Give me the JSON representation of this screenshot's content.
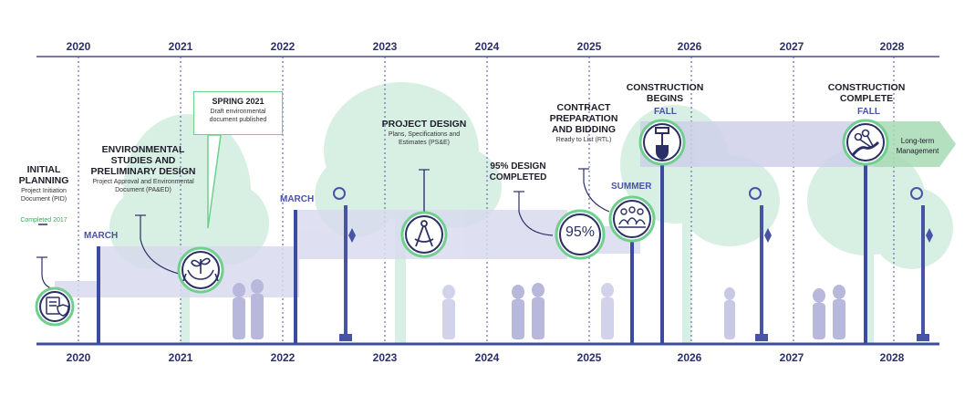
{
  "years": [
    "2020",
    "2021",
    "2022",
    "2023",
    "2024",
    "2025",
    "2026",
    "2027",
    "2028"
  ],
  "milestones": {
    "initial": {
      "title": "INITIAL PLANNING",
      "subtitle": "Project Initiation Document (PID)",
      "status": "Completed 2017",
      "icon": "document-shield-icon"
    },
    "environmental": {
      "title": "ENVIRONMENTAL STUDIES AND PRELIMINARY DESIGN",
      "subtitle": "Project Approval and Environmental Document (PA&ED)",
      "season": "MARCH",
      "icon": "hands-plant-icon"
    },
    "spring": {
      "title": "SPRING 2021",
      "subtitle": "Draft environmental document published"
    },
    "design": {
      "title": "PROJECT DESIGN",
      "subtitle": "Plans, Specifications and Estimates (PS&E)",
      "season": "MARCH",
      "icon": "compass-drafting-icon"
    },
    "design95": {
      "title": "95% DESIGN COMPLETED",
      "badge": "95%"
    },
    "contract": {
      "title": "CONTRACT PREPARATION AND BIDDING",
      "subtitle": "Ready to List (RTL)",
      "season": "SUMMER",
      "icon": "people-group-icon"
    },
    "construction": {
      "title": "CONSTRUCTION BEGINS",
      "season": "FALL",
      "icon": "shovel-icon"
    },
    "complete": {
      "title": "CONSTRUCTION COMPLETE",
      "season": "FALL",
      "icon": "ribbon-scissors-icon",
      "arrow_label": "Long-term Management"
    }
  },
  "colors": {
    "navy": "#2b2f66",
    "axis": "#4653a6",
    "band": "#dcdcef",
    "green": "#3aa85a",
    "tree": "#d8efe3",
    "people": "#b7b8dc"
  }
}
